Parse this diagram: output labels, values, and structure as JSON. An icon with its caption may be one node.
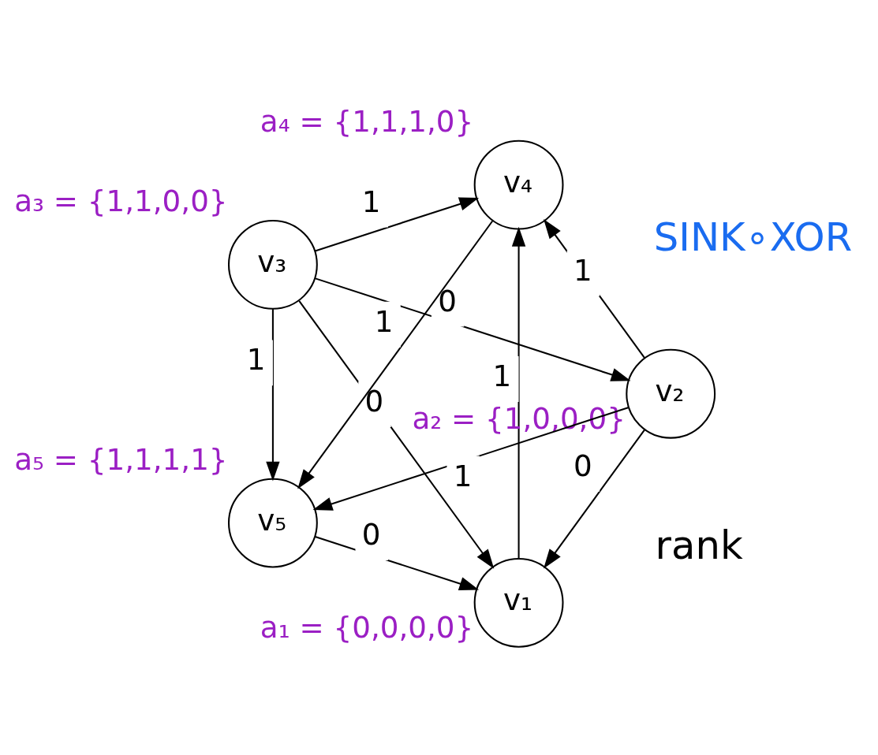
{
  "diagram": {
    "nodes": [
      {
        "text": [
          "v₁"
        ],
        "beside": [
          "a₁ = {0,0,0,0}"
        ]
      },
      {
        "text": [
          "v₂"
        ],
        "beside": [
          "a₂ = {1,0,0,0}"
        ]
      },
      {
        "text": [
          "v₃"
        ],
        "beside": [
          "a₃ = {1,1,0,0}"
        ]
      },
      {
        "text": [
          "v₄"
        ],
        "beside": [
          "a₄ = {1,1,1,0}"
        ]
      },
      {
        "text": [
          "v₅"
        ],
        "beside": [
          "a₅ = {1,1,1,1}"
        ]
      }
    ],
    "edges": [
      {
        "from": 1,
        "to": 0,
        "arrow": "to",
        "label": "0"
      },
      {
        "from": 4,
        "to": 0,
        "arrow": "to",
        "label": "0"
      },
      {
        "from": 1,
        "to": 4,
        "arrow": "to",
        "label": "1"
      },
      {
        "from": 2,
        "to": 0,
        "arrow": "to",
        "label": "0"
      },
      {
        "from": 0,
        "to": 3,
        "arrow": "to",
        "label": "1"
      },
      {
        "from": 2,
        "to": 1,
        "arrow": "to",
        "label": "0"
      },
      {
        "from": 1,
        "to": 3,
        "arrow": "to",
        "label": "1"
      },
      {
        "from": 2,
        "to": 4,
        "arrow": "to",
        "label": "1"
      },
      {
        "from": 3,
        "to": 4,
        "arrow": "to",
        "label": "1"
      },
      {
        "from": 2,
        "to": 3,
        "arrow": "to",
        "label": "1"
      }
    ],
    "labels": [
      "SINK∘XOR",
      "rank"
    ]
  }
}
